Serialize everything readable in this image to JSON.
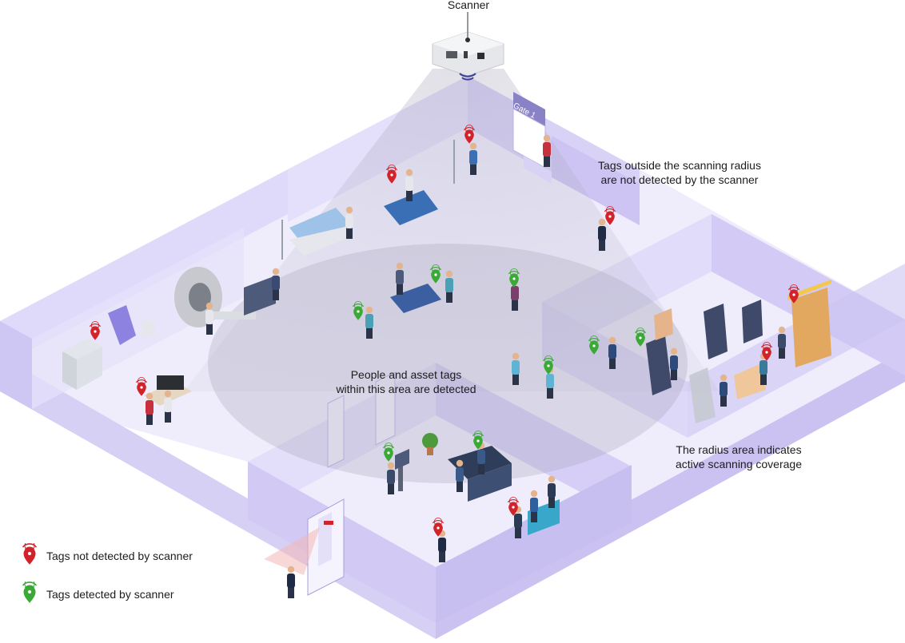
{
  "labels": {
    "scanner": "Scanner",
    "gate": "Gate 1",
    "outside_radius": [
      "Tags outside the scanning radius",
      "are not detected by the scanner"
    ],
    "within_area": [
      "People and asset tags",
      "within this area are detected"
    ],
    "radius_area": [
      "The radius area indicates",
      "active scanning coverage"
    ]
  },
  "legend": [
    {
      "label": "Tags not detected by scanner",
      "icon": "red-location-tag-icon",
      "color": "#d2232a"
    },
    {
      "label": "Tags detected by scanner",
      "icon": "green-location-tag-icon",
      "color": "#3aa935"
    }
  ],
  "colors": {
    "floor": "#ece9fb",
    "wall": "#d9d3f6",
    "wall_dark": "#c6bdf0",
    "coverage": "#b8b6c8",
    "not_detected": "#d2232a",
    "detected": "#3aa935"
  }
}
